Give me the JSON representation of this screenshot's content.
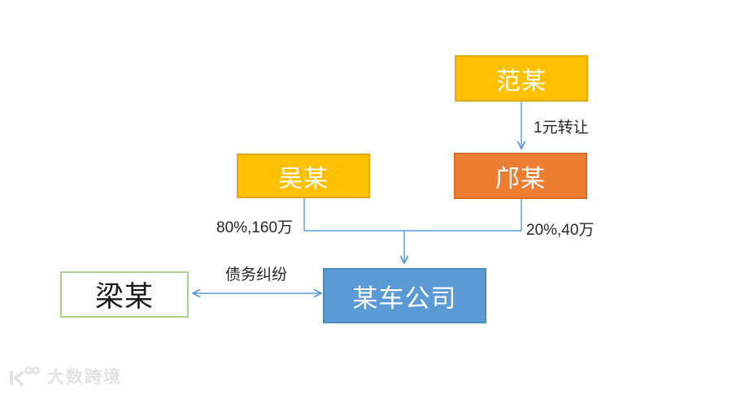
{
  "diagram": {
    "nodes": {
      "fan": {
        "label": "范某",
        "fill": "#FFC000",
        "border": "#E7A50E",
        "text_color": "#FFFFFF"
      },
      "wu": {
        "label": "吴某",
        "fill": "#FFC000",
        "border": "#E7A50E",
        "text_color": "#FFFFFF"
      },
      "kuang": {
        "label": "邝某",
        "fill": "#ED7D31",
        "border": "#D96B20",
        "text_color": "#FFFFFF"
      },
      "company": {
        "label": "某车公司",
        "fill": "#5B9BD5",
        "border": "#4A8AC4",
        "text_color": "#FFFFFF"
      },
      "liang": {
        "label": "梁某",
        "fill": "#FFFFFF",
        "border": "#A9D18E",
        "text_color": "#1A1A1A"
      }
    },
    "edge_labels": {
      "transfer": "1元转让",
      "wu_share": "80%,160万",
      "kuang_share": "20%,40万",
      "debt": "债务纠纷"
    },
    "connector_color": "#5B9BD5",
    "label_color": "#262626"
  },
  "watermark": {
    "logo_icon": "k100-logo-icon",
    "text": "大数跨境",
    "color": "#E2E2E2"
  }
}
